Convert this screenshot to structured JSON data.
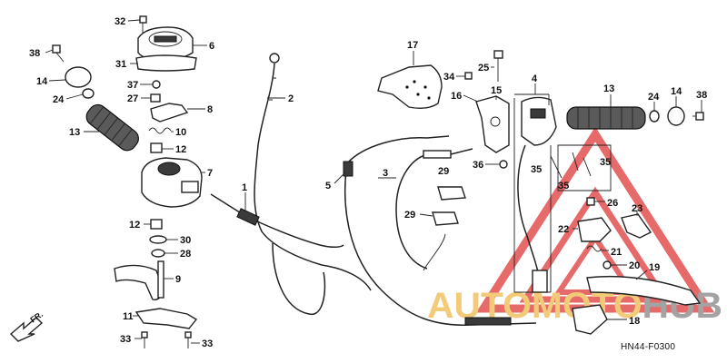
{
  "diagram_code": "HN44-F0300",
  "direction_label": "FR.",
  "watermark": {
    "prefix": "AUTO",
    "middle": "MOTO",
    "suffix": "HUB",
    "color_prefix": "#f2c56a",
    "color_middle": "#f2c56a",
    "color_suffix": "#9a9a9a",
    "triangle_color": "#e55a5a"
  },
  "callouts": [
    "32",
    "6",
    "38",
    "31",
    "14",
    "37",
    "24",
    "27",
    "8",
    "13",
    "10",
    "12",
    "7",
    "12",
    "30",
    "28",
    "9",
    "11",
    "33",
    "33",
    "2",
    "1",
    "17",
    "25",
    "34",
    "15",
    "16",
    "36",
    "4",
    "13",
    "24",
    "14",
    "38",
    "35",
    "35",
    "35",
    "26",
    "22",
    "23",
    "21",
    "20",
    "19",
    "18",
    "5",
    "3",
    "29",
    "29"
  ]
}
